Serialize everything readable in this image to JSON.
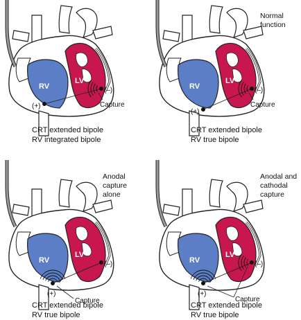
{
  "panels": [
    {
      "caption": [
        "CRT extended bipole",
        "RV integrated bipole"
      ],
      "note": [],
      "labels": {
        "rv": "RV",
        "lv": "LV",
        "minus": "(–)",
        "plus": "(+)",
        "capture": "Capture"
      },
      "mode": "lv"
    },
    {
      "caption": [
        "CRT extended bipole",
        "RV true bipole"
      ],
      "note": [
        "Normal",
        "function"
      ],
      "labels": {
        "rv": "RV",
        "lv": "LV",
        "minus": "(–)",
        "plus": "(+)",
        "capture": "Capture"
      },
      "mode": "lv"
    },
    {
      "caption": [
        "CRT extended bipole",
        "RV true bipole"
      ],
      "note": [
        "Anodal",
        "capture",
        "alone"
      ],
      "labels": {
        "rv": "RV",
        "lv": "LV",
        "minus": "(–)",
        "plus": "(+)",
        "capture": "Capture"
      },
      "mode": "rv"
    },
    {
      "caption": [
        "CRT extended bipole",
        "RV true bipole"
      ],
      "note": [
        "Anodal and",
        "cathodal",
        "capture"
      ],
      "labels": {
        "rv": "RV",
        "lv": "LV",
        "minus": "(–)",
        "plus": "(+)",
        "capture": "Capture"
      },
      "mode": "both"
    }
  ],
  "colors": {
    "rv": "#5b7ec6",
    "lv": "#c8174f",
    "lead": "#9a9a9a",
    "outline": "#222222"
  }
}
